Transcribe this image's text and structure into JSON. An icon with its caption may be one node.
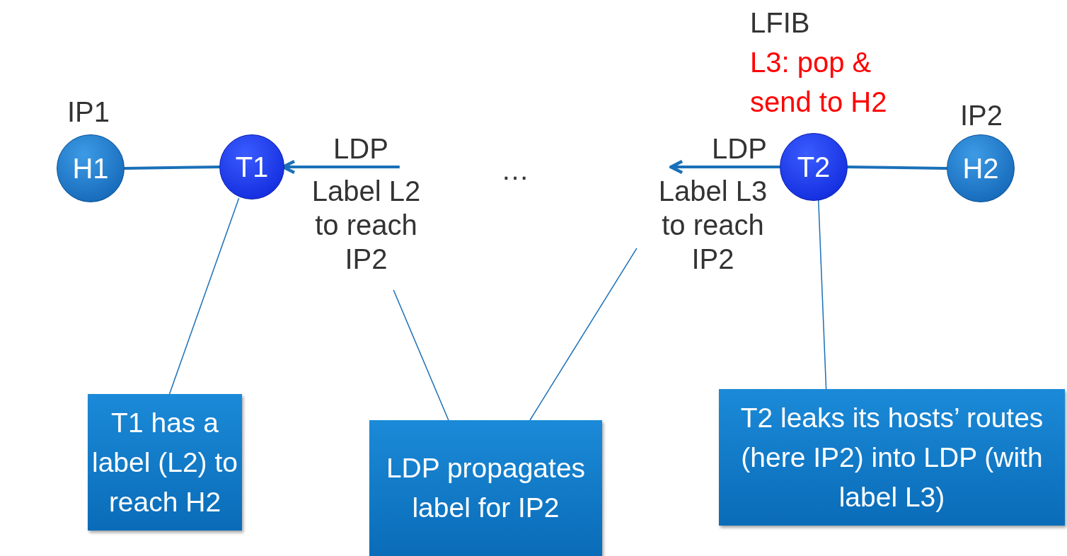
{
  "diagram": {
    "nodes": [
      {
        "text": [
          "H1"
        ],
        "beside": [
          "IP1"
        ]
      },
      {
        "text": [
          "T1"
        ]
      },
      {
        "text": [
          "T2"
        ],
        "beside": [
          "LFIB",
          "L3: pop & send to H2"
        ]
      },
      {
        "text": [
          "H2"
        ],
        "beside": [
          "IP2"
        ]
      },
      {
        "text": [
          "LDP",
          "Label L2 to reach IP2"
        ]
      },
      {
        "text": [
          "LDP",
          "Label L3 to reach IP2"
        ]
      },
      {
        "text": [
          "T1 has a label (L2) to reach H2"
        ]
      },
      {
        "text": [
          "LDP propagates label for IP2"
        ]
      },
      {
        "text": [
          "T2 leaks its hosts’ routes (here IP2) into LDP (with label L3)"
        ]
      }
    ],
    "edges": [
      {
        "from": 0,
        "to": 1,
        "arrow": "none",
        "style": "thick"
      },
      {
        "from": 2,
        "to": 3,
        "arrow": "none",
        "style": "thick"
      },
      {
        "from": 4,
        "to": 1,
        "arrow": "to",
        "style": "thick"
      },
      {
        "from": 2,
        "to": 5,
        "arrow": "to",
        "style": "thick"
      },
      {
        "from": 6,
        "to": 1,
        "arrow": "none"
      },
      {
        "from": 7,
        "to": 4,
        "arrow": "none"
      },
      {
        "from": 7,
        "to": 5,
        "arrow": "none"
      },
      {
        "from": 8,
        "to": 2,
        "arrow": "none"
      }
    ],
    "labels": [
      "…"
    ]
  }
}
